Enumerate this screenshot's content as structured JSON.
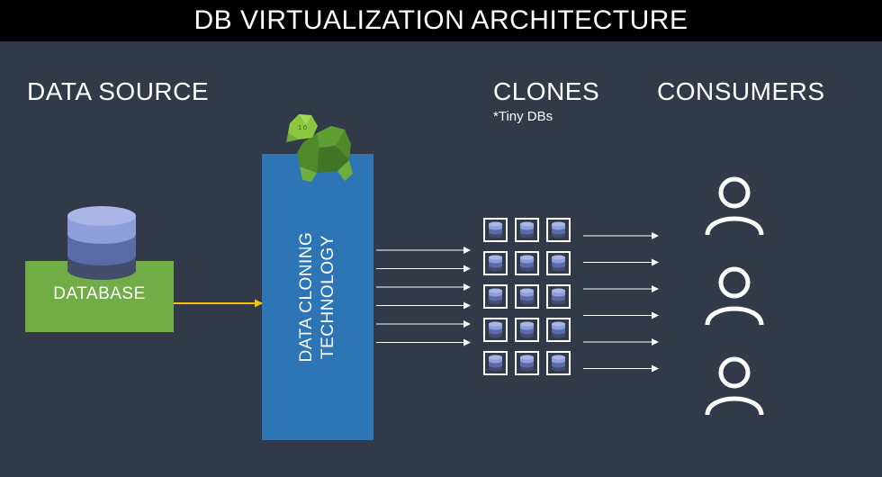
{
  "title": "DB VIRTUALIZATION ARCHITECTURE",
  "sections": {
    "data_source": "DATA SOURCE",
    "clones": "CLONES",
    "clones_note": "*Tiny DBs",
    "consumers": "CONSUMERS"
  },
  "database": {
    "label": "DATABASE"
  },
  "cloning": {
    "line1": "DATA CLONING",
    "line2": "TECHNOLOGY"
  },
  "mascot": {
    "icon": "turtle-icon",
    "shell_text": "1 0"
  },
  "clone_grid": {
    "rows": 5,
    "cols": 3
  },
  "outputs": {
    "clone_arrows": 6,
    "consumer_arrows": 6,
    "consumers": 3
  },
  "colors": {
    "background": "#323a49",
    "title_bar": "#000000",
    "database_green": "#70ad47",
    "cloning_blue": "#2e75b6",
    "cylinder_top": "#8e9edb",
    "cylinder_mid": "#5b6aa8",
    "cylinder_low": "#424c6b",
    "link_arrow": "#ffc000",
    "arrow": "#ffffff"
  }
}
